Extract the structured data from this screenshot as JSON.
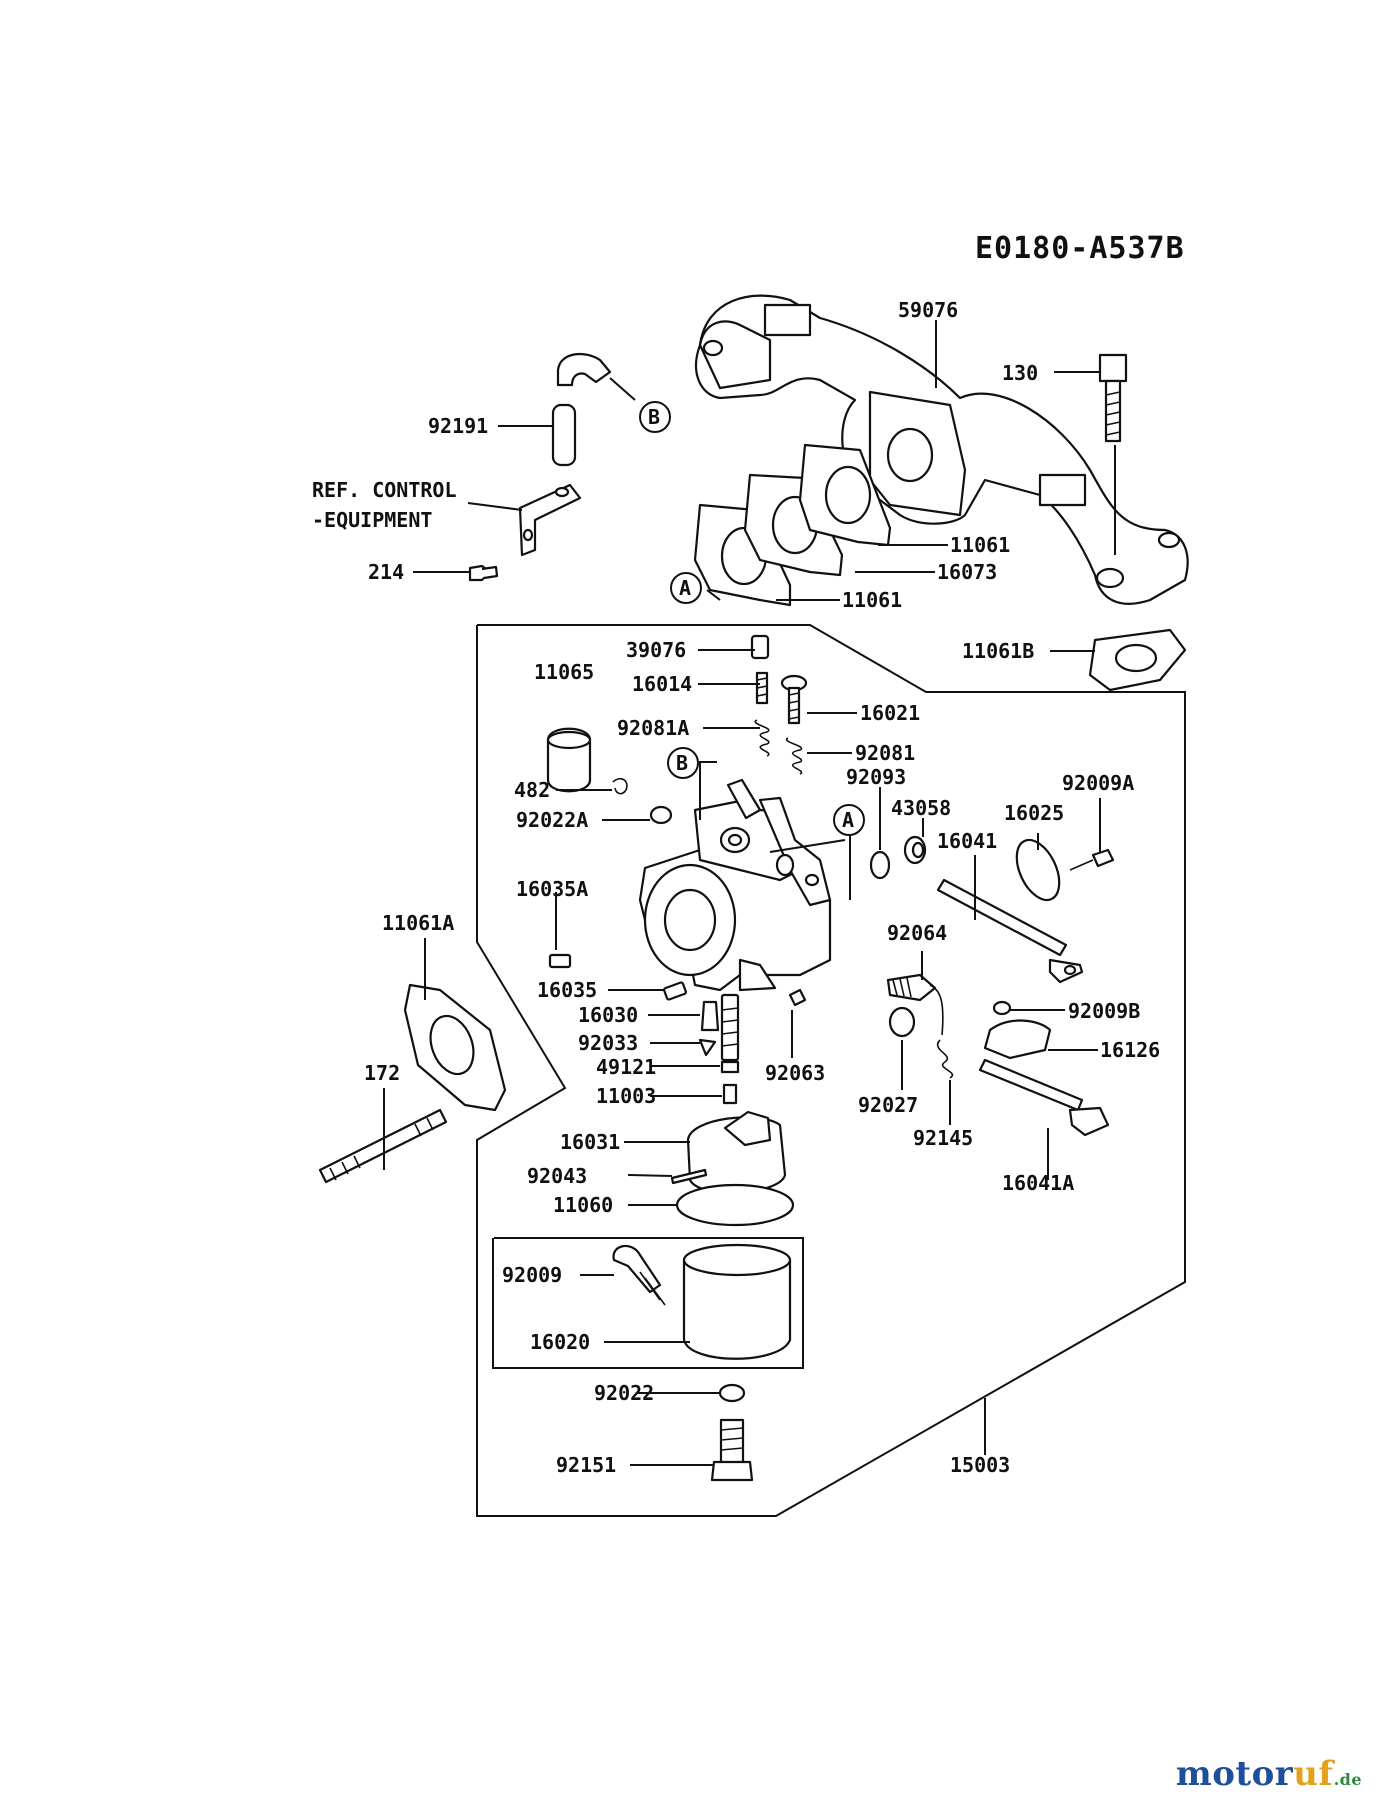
{
  "diagram": {
    "code": "E0180-A537B",
    "ref_note": [
      "REF. CONTROL",
      "-EQUIPMENT"
    ],
    "callouts": [
      "A",
      "B"
    ],
    "parts": [
      "59076",
      "130",
      "92191",
      "214",
      "11061",
      "16073",
      "11061",
      "11061B",
      "39076",
      "16014",
      "11065",
      "16021",
      "92081A",
      "92081",
      "482",
      "92093",
      "92022A",
      "43058",
      "16025",
      "92009A",
      "16041",
      "16035A",
      "92064",
      "11061A",
      "16035",
      "16030",
      "92009B",
      "92033",
      "16126",
      "49121",
      "92063",
      "11003",
      "92027",
      "172",
      "92145",
      "16031",
      "16041A",
      "92043",
      "11060",
      "92009",
      "16020",
      "92022",
      "92151",
      "15003"
    ]
  },
  "watermark": {
    "part1": "motor",
    "part2": "uf",
    "part3": ".de"
  }
}
